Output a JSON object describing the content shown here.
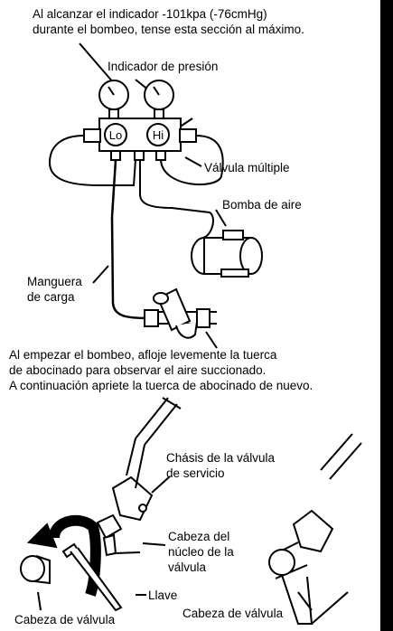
{
  "diagram1": {
    "note_top_line1": "Al alcanzar el indicador -101kpa (-76cmHg)",
    "note_top_line2": "durante el bombeo, tense esta sección al máximo.",
    "pressure_gauge": "Indicador de presión",
    "gauge_lo": "Lo",
    "gauge_hi": "Hi",
    "manifold_valve": "Válvula múltiple",
    "air_pump": "Bomba de aire",
    "hose_line1": "Manguera",
    "hose_line2": "de carga",
    "note_bottom_line1": "Al empezar el bombeo, afloje levemente la tuerca",
    "note_bottom_line2": "de abocinado para observar el aire succionado.",
    "note_bottom_line3": "A continuación apriete la tuerca de abocinado de nuevo."
  },
  "diagram2": {
    "valve_chassis_line1": "Chásis de la válvula",
    "valve_chassis_line2": "de servicio",
    "core_head_line1": "Cabeza del",
    "core_head_line2": "núcleo de la",
    "core_head_line3": "válvula",
    "wrench": "Llave",
    "valve_cap_left": "Cabeza de válvula",
    "valve_cap_right": "Cabeza de válvula"
  }
}
